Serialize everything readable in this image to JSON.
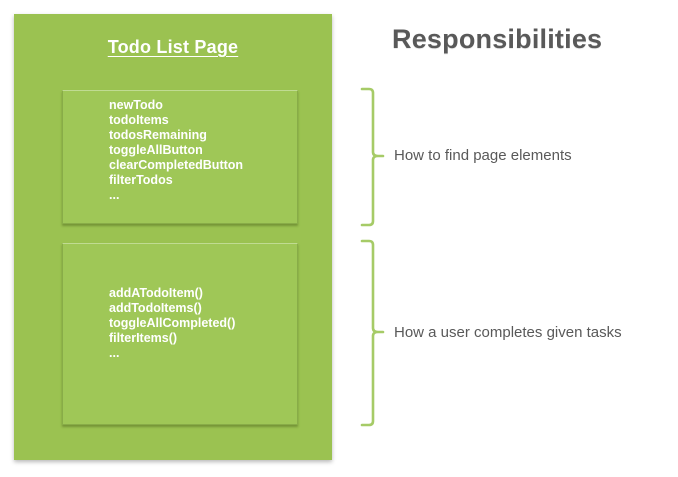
{
  "panel": {
    "title": "Todo List Page",
    "boxes": [
      {
        "name": "page-elements",
        "items": [
          "newTodo",
          "todoItems",
          "todosRemaining",
          "toggleAllButton",
          "clearCompletedButton",
          "filterTodos",
          "..."
        ]
      },
      {
        "name": "user-tasks",
        "items": [
          "addATodoItem()",
          "addTodoItems()",
          "toggleAllCompleted()",
          "filterItems()",
          "..."
        ]
      }
    ]
  },
  "right": {
    "heading": "Responsibilities",
    "annotations": [
      {
        "label": "How to find page elements"
      },
      {
        "label": "How a user completes given tasks"
      }
    ]
  },
  "colors": {
    "panel_bg": "#9bc251",
    "box_bg": "#9fc757",
    "brace": "#a6cb67",
    "text_on_green": "#ffffff",
    "heading_text": "#595959",
    "label_text": "#595959"
  }
}
